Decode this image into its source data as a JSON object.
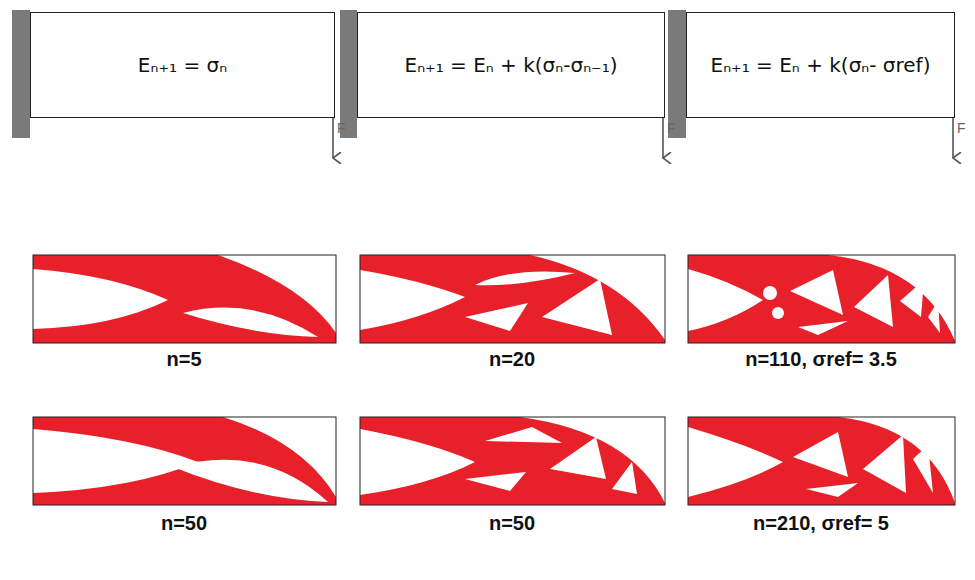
{
  "diagram": {
    "nodes": [
      {
        "text": [
          "Eₙ₊₁ = σₙ"
        ]
      },
      {
        "text": [
          "Eₙ₊₁ = Eₙ + k(σₙ-σₙ₋₁)"
        ]
      },
      {
        "text": [
          "Eₙ₊₁ = Eₙ + k(σₙ- σref)"
        ]
      }
    ],
    "labels": [
      "F",
      "F",
      "F",
      "n=5",
      "n=20",
      "n=110, σref= 3.5",
      "n=50",
      "n=50",
      "n=210, σref= 5"
    ]
  }
}
